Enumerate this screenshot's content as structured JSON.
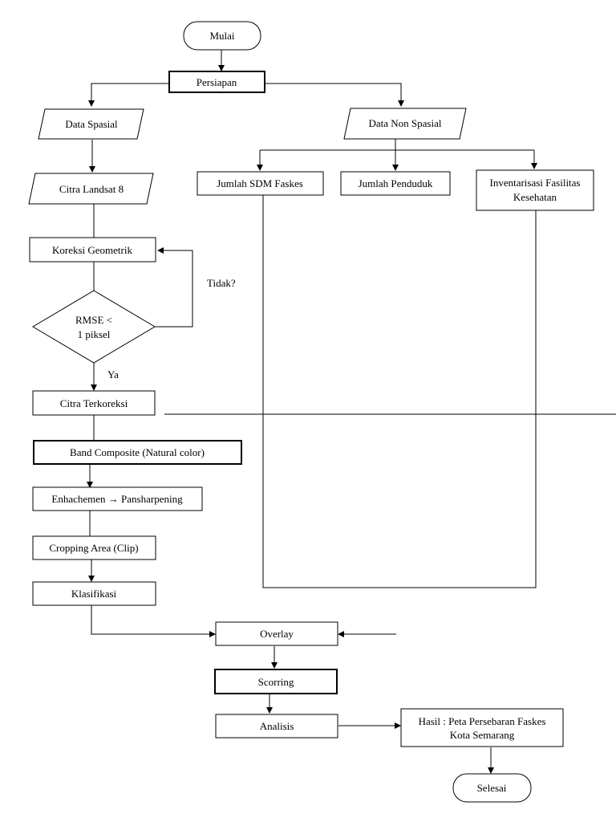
{
  "flowchart": {
    "start": "Mulai",
    "prep": "Persiapan",
    "spatial": "Data Spasial",
    "non_spatial": "Data Non Spasial",
    "landsat": "Citra Landsat 8",
    "geo_correction": "Koreksi Geometrik",
    "decision_line1": "RMSE <",
    "decision_line2": "1 piksel",
    "label_no": "Tidak?",
    "label_yes": "Ya",
    "corrected": "Citra Terkoreksi",
    "band_composite": "Band Composite (Natural color)",
    "enhancement": "Enhachemen → Pansharpening",
    "cropping": "Cropping Area (Clip)",
    "classification": "Klasifikasi",
    "sdm": "Jumlah SDM Faskes",
    "population": "Jumlah Penduduk",
    "inventory_line1": "Inventarisasi Fasilitas",
    "inventory_line2": "Kesehatan",
    "overlay": "Overlay",
    "scoring": "Scorring",
    "analysis": "Analisis",
    "result_line1": "Hasil : Peta Persebaran Faskes",
    "result_line2": "Kota Semarang",
    "end": "Selesai"
  }
}
